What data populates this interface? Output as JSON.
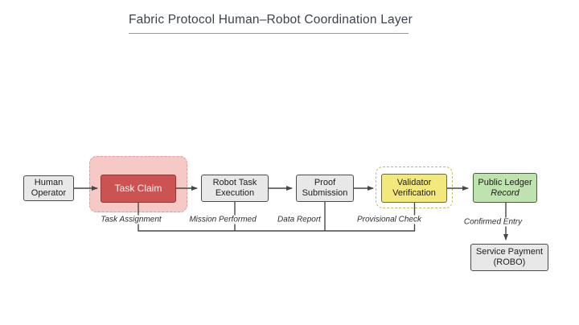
{
  "title": "Fabric Protocol Human–Robot Coordination Layer",
  "nodes": {
    "human_operator": {
      "line1": "Human",
      "line2": "Operator"
    },
    "task_claim": {
      "line1": "Task Claim"
    },
    "robot_task_execution": {
      "line1": "Robot Task",
      "line2": "Execution"
    },
    "proof_submission": {
      "line1": "Proof",
      "line2": "Submission"
    },
    "validator_verification": {
      "line1": "Validator",
      "line2": "Verification"
    },
    "public_ledger": {
      "line1": "Public Ledger",
      "line2": "Record"
    },
    "service_payment": {
      "line1": "Service Payment",
      "line2": "(ROBO)"
    }
  },
  "edge_labels": {
    "task_assignment": "Task Assignment",
    "mission_performed": "Mission Performed",
    "data_report": "Data Report",
    "provisional_check": "Provisional Check",
    "confirmed_entry": "Confirmed Entry"
  },
  "colors": {
    "claim_fill": "#cb5351",
    "claim_border": "#963531",
    "claim_region_fill": "#f6c9c6",
    "claim_region_border": "#df9e9a",
    "validator_fill": "#f3e87c",
    "validator_border": "#6d6b3a",
    "validator_region_border": "#c8ba66",
    "ledger_fill": "#bee3ae",
    "ledger_border": "#44603f",
    "node_fill": "#e8e8e8",
    "node_border": "#4b4b4b",
    "wire": "#474747",
    "title_text": "#3c424a"
  }
}
